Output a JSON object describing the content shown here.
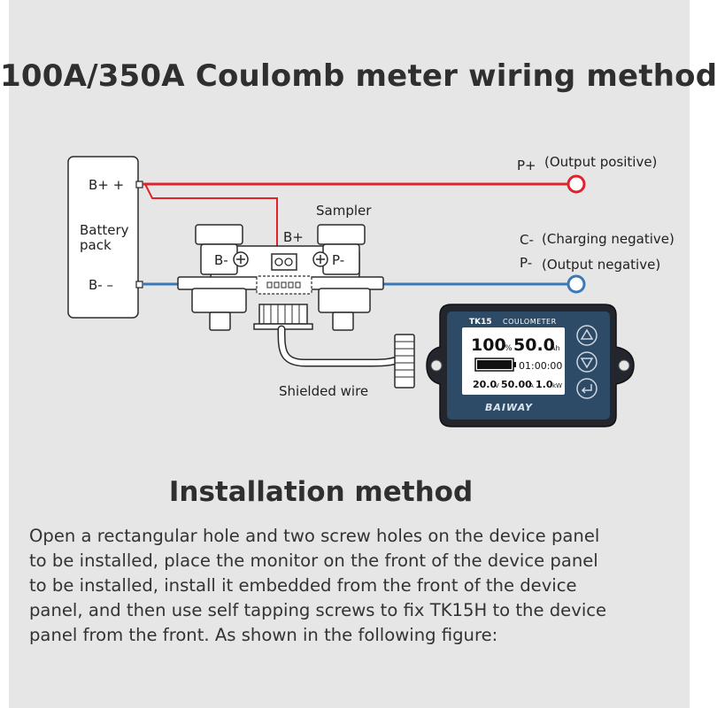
{
  "title": "100A/350A Coulomb meter wiring method",
  "diagram": {
    "battery_label": "Battery\npack",
    "battery_pos": "B+ +",
    "battery_neg": "B-  –",
    "sampler_label": "Sampler",
    "sampler_bplus": "B+",
    "sampler_bminus": "B-",
    "sampler_pminus": "P-",
    "shielded_wire": "Shielded wire",
    "p_plus": "P+",
    "p_plus_desc": "(Output positive)",
    "c_minus": "C-",
    "c_minus_desc": "(Charging negative)",
    "p_minus": "P-",
    "p_minus_desc": "(Output negative)",
    "meter": {
      "model": "TK15",
      "header": "COULOMETER",
      "percent": "100",
      "percent_unit": "%",
      "capacity": "50.0",
      "capacity_unit": "Ah",
      "time": "01:00:00",
      "voltage": "20.0",
      "voltage_unit": "V",
      "current": "50.00",
      "current_unit": "A",
      "power": "1.0",
      "power_unit": "kW",
      "brand": "BAIWAY",
      "battery_level": 1.0
    },
    "colors": {
      "positive_wire": "#e0232a",
      "negative_wire": "#3a78b8",
      "meter_body": "#23272d",
      "screen": "#ffffff"
    }
  },
  "section_heading": "Installation method",
  "install_text": "Open a rectangular hole and two screw holes on the device panel\nto be installed, place the monitor on the front of the device panel\nto be installed, install it embedded from the front of the device\npanel, and then use self tapping screws to fix TK15H to the device\npanel from the front. As shown in the following figure:"
}
